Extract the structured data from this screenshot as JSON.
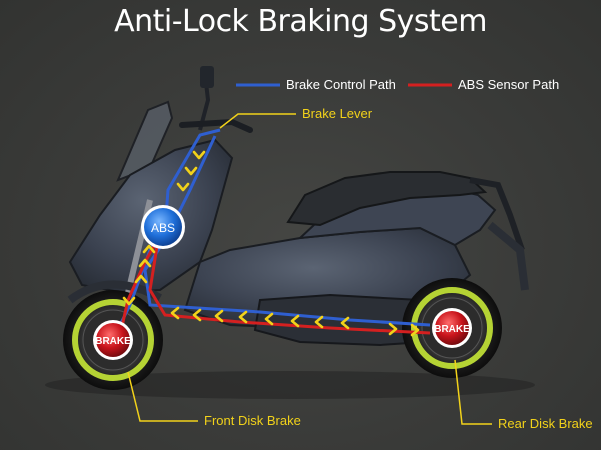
{
  "title": "Anti-Lock Braking System",
  "legend": {
    "control_path": "Brake Control Path",
    "sensor_path": "ABS Sensor Path"
  },
  "labels": {
    "brake_lever": "Brake Lever",
    "front_disk": "Front Disk Brake",
    "rear_disk": "Rear Disk Brake",
    "abs_unit": "ABS",
    "front_brake": "BRAKE",
    "rear_brake": "BRAKE"
  },
  "colors": {
    "control_path": "#2f5fd0",
    "sensor_path": "#d42020",
    "callout": "#f2d21a",
    "disk_ring": "#b5d334",
    "abs_badge": "#1f6fd9",
    "brake_badge": "#c8141b"
  }
}
